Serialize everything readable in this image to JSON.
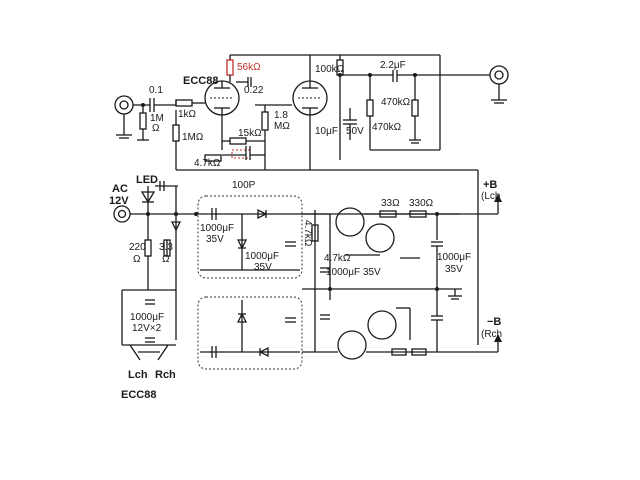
{
  "labels": {
    "tube_top": "ECC88",
    "tube_bottom": "ECC88",
    "cap_in": "0.1",
    "cap_022": "0.22",
    "r_56k": "56kΩ",
    "r_100k": "100kΩ",
    "cap_out": "2.2μF",
    "r_1k": "1kΩ",
    "r_1m_in": "1M",
    "r_1m_in_unit": "Ω",
    "r_1m_grid": "1MΩ",
    "r_15k": "15kΩ",
    "r_47k_fb": "4.7kΩ",
    "r_18m_a": "1.8",
    "r_18m_b": "MΩ",
    "cap_10u": "10μF",
    "cap_50v": "50V",
    "r_470k_a": "470kΩ",
    "r_470k_b": "470kΩ",
    "cap_100p": "100P",
    "led": "LED",
    "ac_a": "AC",
    "ac_b": "12V",
    "r_220": "220",
    "r_220_unit": "Ω",
    "r_33": "3.3",
    "r_33_unit": "Ω",
    "cap_1000_a": "1000μF",
    "v_35_a": "35V",
    "cap_1000_b": "1000μF",
    "v_35_b": "35V",
    "r_47k_vert": "4.7kΩ",
    "r_47k_base": "4.7kΩ",
    "cap_1000_c": "1000μF 35V",
    "r_33ohm": "33Ω",
    "r_330ohm": "330Ω",
    "cap_1000_d": "1000μF",
    "v_35_d": "35V",
    "plusb_a": "+B",
    "plusb_b": "(Lch",
    "minusb_a": "−B",
    "minusb_b": "(Rch",
    "cap_1000_e": "1000μF",
    "cap_12v2": "12V×2",
    "lch": "Lch",
    "rch": "Rch"
  }
}
